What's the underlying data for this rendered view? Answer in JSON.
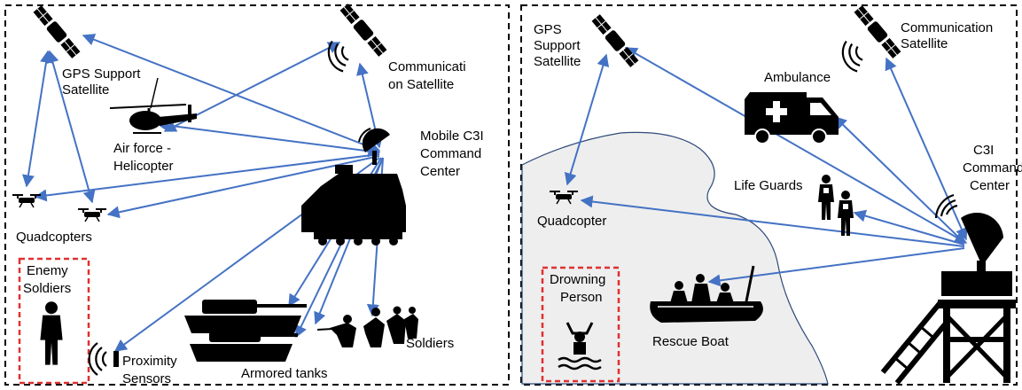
{
  "colors": {
    "link": "#4472C4",
    "sea": "#EEEEEE",
    "shore": "#2F4A7A",
    "enemy_box": "#E03030",
    "frame": "#000000"
  },
  "left_panel": {
    "gps_label": [
      "GPS Support",
      "Satellite"
    ],
    "comm_label": [
      "Communicati",
      "on Satellite"
    ],
    "helicopter_label": [
      "Air force -",
      "Helicopter"
    ],
    "command_label": [
      "Mobile C3I",
      "Command",
      "Center"
    ],
    "quadcopters_label": "Quadcopters",
    "enemy_label": [
      "Enemy",
      "Soldiers"
    ],
    "sensors_label": [
      "Proximity",
      "Sensors"
    ],
    "tanks_label": "Armored tanks",
    "soldiers_label": "Soldiers"
  },
  "right_panel": {
    "gps_label": [
      "GPS",
      "Support",
      "Satellite"
    ],
    "comm_label": [
      "Communication",
      "Satellite"
    ],
    "ambulance_label": "Ambulance",
    "command_label": [
      "C3I",
      "Command",
      "Center"
    ],
    "lifeguards_label": "Life Guards",
    "quadcopter_label": "Quadcopter",
    "drowning_label": [
      "Drowning",
      "Person"
    ],
    "boat_label": "Rescue Boat"
  },
  "icons": [
    "satellite-icon",
    "helicopter-icon",
    "dish-antenna-icon",
    "command-vehicle-icon",
    "drone-icon",
    "soldier-icon",
    "sensor-icon",
    "tank-icon",
    "ambulance-icon",
    "lifeguard-icon",
    "boat-icon",
    "drowning-person-icon",
    "lifeguard-tower-icon"
  ]
}
